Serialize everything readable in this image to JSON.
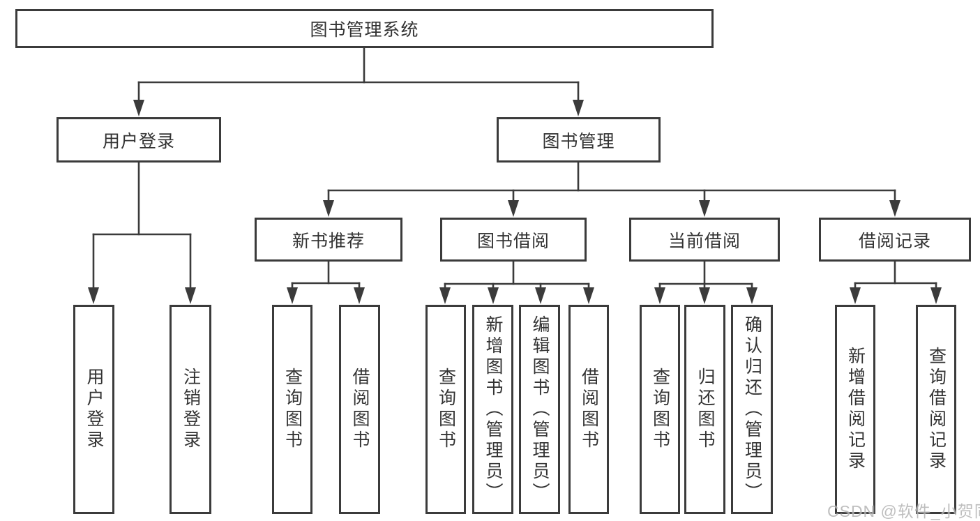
{
  "tree": {
    "root": {
      "label": "图书管理系统",
      "children": [
        {
          "label": "用户登录",
          "children": [
            {
              "label": "用户登录"
            },
            {
              "label": "注销登录"
            }
          ]
        },
        {
          "label": "图书管理",
          "children": [
            {
              "label": "新书推荐",
              "children": [
                {
                  "label": "查询图书"
                },
                {
                  "label": "借阅图书"
                }
              ]
            },
            {
              "label": "图书借阅",
              "children": [
                {
                  "label": "查询图书"
                },
                {
                  "label": "新增图书（管理员）"
                },
                {
                  "label": "编辑图书（管理员）"
                },
                {
                  "label": "借阅图书"
                }
              ]
            },
            {
              "label": "当前借阅",
              "children": [
                {
                  "label": "查询图书"
                },
                {
                  "label": "归还图书"
                },
                {
                  "label": "确认归还（管理员）"
                }
              ]
            },
            {
              "label": "借阅记录",
              "children": [
                {
                  "label": "新增借阅记录"
                },
                {
                  "label": "查询借阅记录"
                }
              ]
            }
          ]
        }
      ]
    }
  },
  "watermark": {
    "text": "CSDN @软件_小贺同学"
  },
  "colors": {
    "line": "#3b3b3b",
    "node_border": "#3b3b3b",
    "text": "#333333",
    "watermark": "#b3b3b3",
    "background": "#ffffff"
  }
}
